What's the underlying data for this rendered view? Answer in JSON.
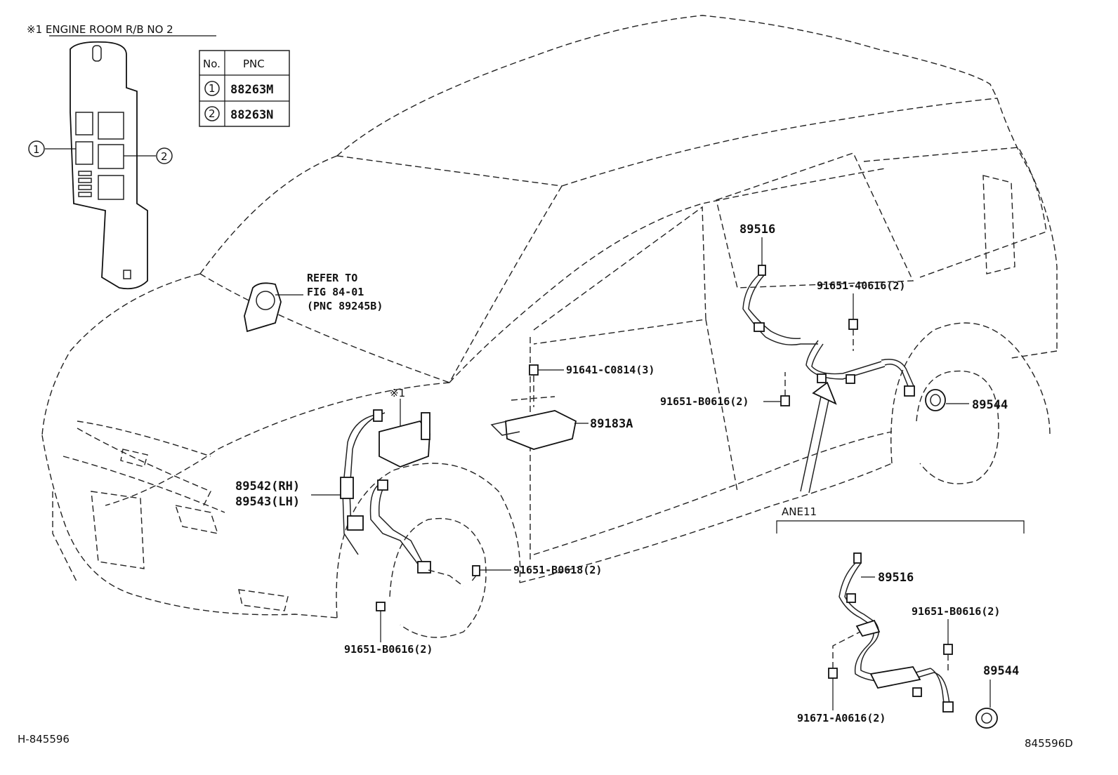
{
  "inset": {
    "title": "※1 ENGINE ROOM R/B NO 2",
    "callout_1": "1",
    "callout_2": "2"
  },
  "table": {
    "header_no": "No.",
    "header_pnc": "PNC",
    "rows": [
      {
        "no": "1",
        "pnc": "88263M"
      },
      {
        "no": "2",
        "pnc": "88263N"
      }
    ]
  },
  "labels": {
    "refer_line1": "REFER TO",
    "refer_line2": "FIG 84-01",
    "refer_line3": "(PNC 89245B)",
    "ref_mark": "※1",
    "p89516_main": "89516",
    "p91651_40616": "91651-40616(2)",
    "p91641_c0814": "91641-C0814(3)",
    "p91651_b0616_rear": "91651-B0616(2)",
    "p89544_main": "89544",
    "p89183a": "89183A",
    "p89542": "89542(RH)",
    "p89543": "89543(LH)",
    "p91651_b0618": "91651-B0618(2)",
    "p91651_b0616_front": "91651-B0616(2)",
    "ane11": "ANE11",
    "p89516_inset": "89516",
    "p91651_b0616_inset": "91651-B0616(2)",
    "p89544_inset": "89544",
    "p91671_a0616": "91671-A0616(2)",
    "code_left": "H-845596",
    "code_right": "845596D"
  }
}
